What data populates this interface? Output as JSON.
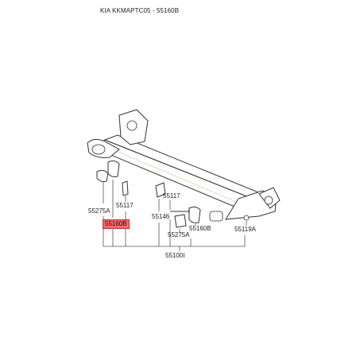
{
  "title": "KIA KKMAPTC05 - 55160B",
  "labels": {
    "l55275A_left": "55275A",
    "l55160B_left": "55160B",
    "l55117_left": "55117",
    "l55146": "55146",
    "l55117_mid": "55117",
    "l55275A_mid": "55275A",
    "l55160B_mid": "55160B",
    "l55119A": "55119A",
    "l55100I": "55100I"
  },
  "highlight_color": "#f26b6b"
}
